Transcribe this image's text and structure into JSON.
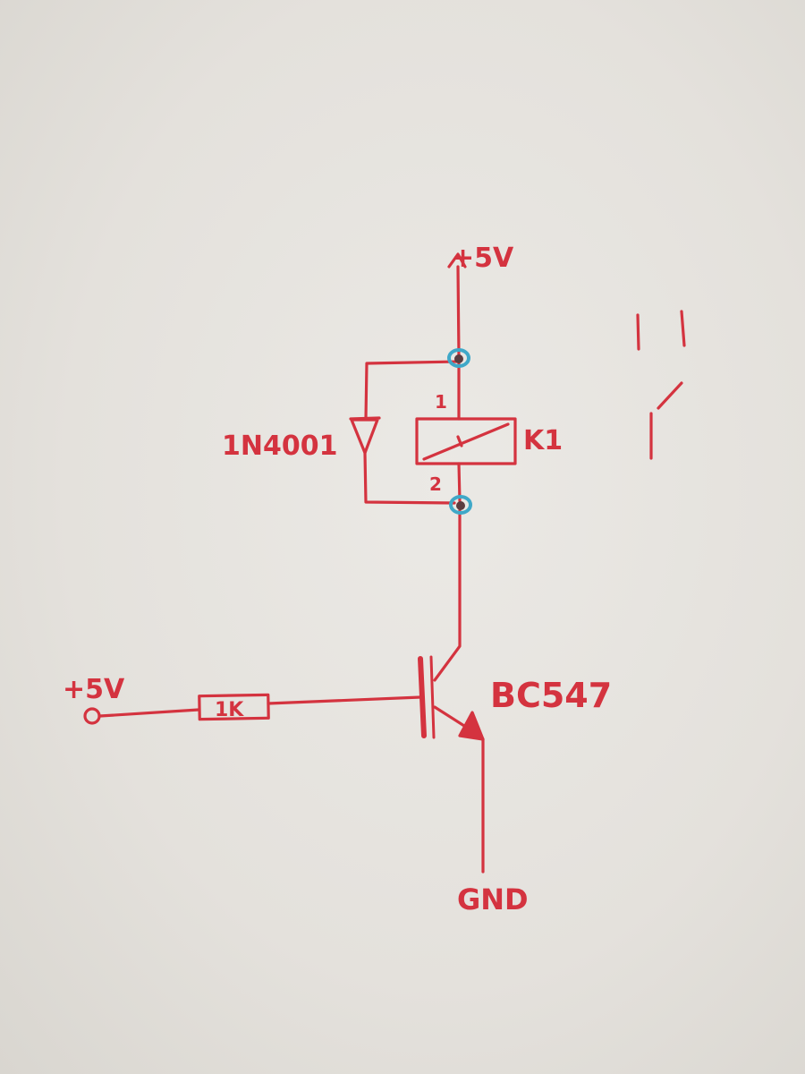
{
  "diagram": {
    "colors": {
      "ink": "#d4333f",
      "marker_blue": "#3fa8c8",
      "paper": "#e6e3de"
    },
    "labels": {
      "vcc_top": "+5V",
      "vcc_left": "+5V",
      "diode": "1N4001",
      "relay": "K1",
      "pin1": "1",
      "pin2": "2",
      "resistor": "1K",
      "transistor": "BC547",
      "ground": "GND"
    }
  }
}
